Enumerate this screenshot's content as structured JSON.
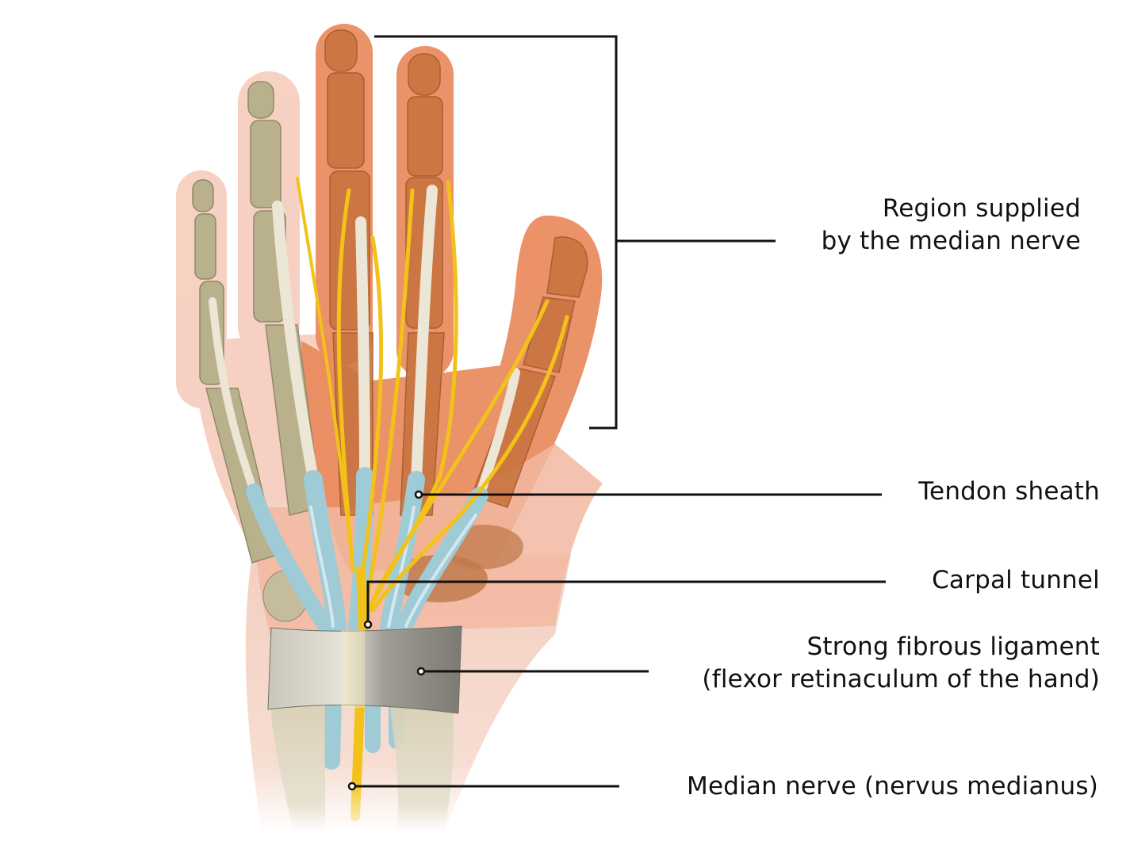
{
  "figure": {
    "subject": "Palmar view of the right hand showing the carpal tunnel and median nerve",
    "colors": {
      "background": "#ffffff",
      "skin_light": "#f6c9b8",
      "skin_median_region": "#e8875a",
      "bone_ulnar_side": "#b7ae8a",
      "bone_median_side": "#c8743f",
      "nerve": "#f2c21a",
      "tendon": "#ece6d6",
      "tendon_sheath": "#9fcbd6",
      "ligament": "#a9a79d",
      "leader_line": "#111111"
    }
  },
  "labels": {
    "region": {
      "line1": "Region supplied",
      "line2": "by the median nerve"
    },
    "tendon_sheath": "Tendon sheath",
    "carpal_tunnel": "Carpal tunnel",
    "ligament": {
      "line1": "Strong fibrous ligament",
      "line2": "(flexor retinaculum of the hand)"
    },
    "median_nerve": "Median nerve (nervus medianus)"
  }
}
